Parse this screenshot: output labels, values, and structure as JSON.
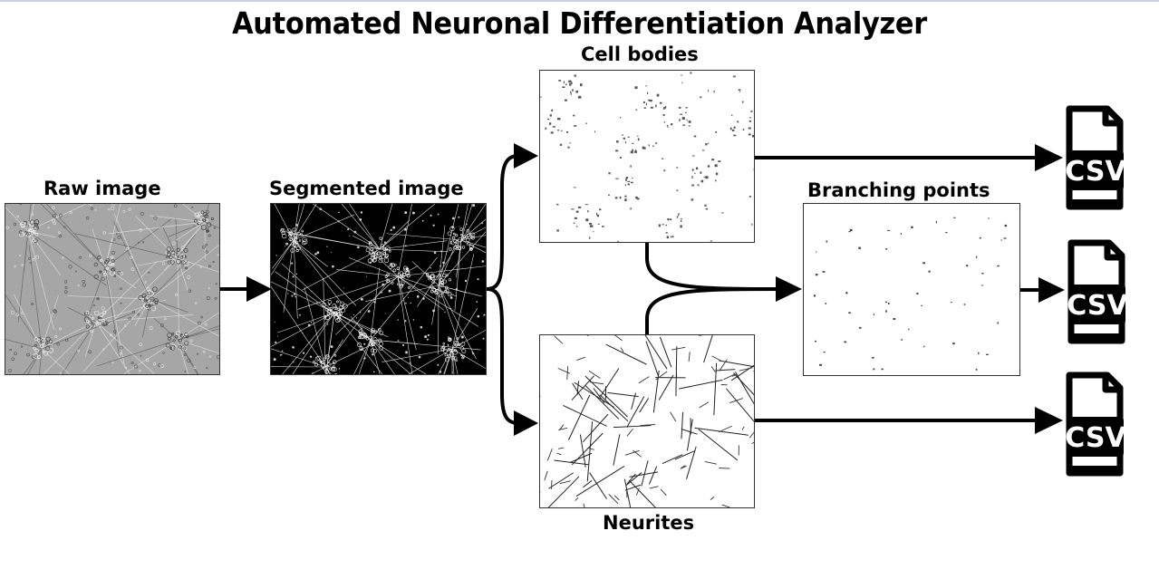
{
  "title": "Automated Neuronal Differentiation Analyzer",
  "labels": {
    "raw": "Raw image",
    "segmented": "Segmented image",
    "cell_bodies": "Cell bodies",
    "neurites": "Neurites",
    "branching": "Branching points"
  },
  "outputs": [
    {
      "text": "CSV"
    },
    {
      "text": "CSV"
    },
    {
      "text": "CSV"
    }
  ],
  "colors": {
    "raw_bg": "#a6a6a6",
    "segmented_bg": "#000000",
    "arrow": "#000000"
  }
}
